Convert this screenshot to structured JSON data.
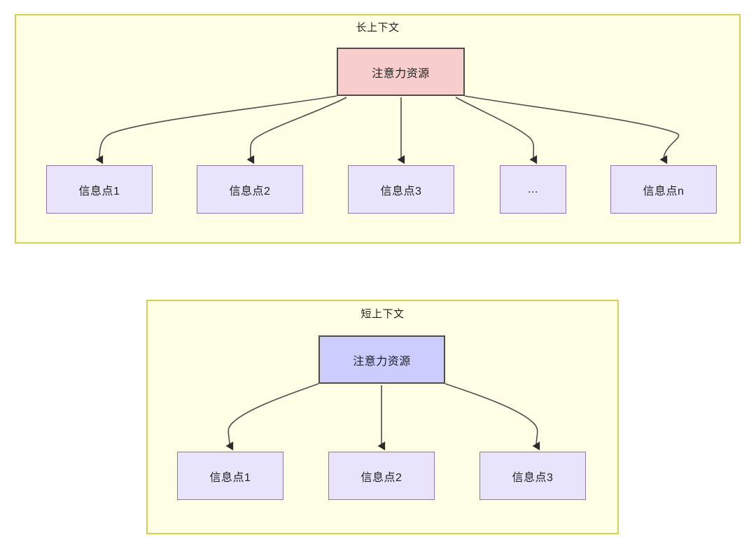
{
  "diagram": {
    "background_color": "#ffffff",
    "group_fill": "#ffffe6",
    "group_stroke": "#d6d14b",
    "edge_color": "#4d4d4d",
    "groups": [
      {
        "id": "long-context",
        "title": "长上下文",
        "root": {
          "label": "注意力资源",
          "fill": "#f8cecc",
          "stroke": "#4d4d4d"
        },
        "children": [
          {
            "label": "信息点1",
            "fill": "#e7e4fb",
            "stroke": "#9673a6"
          },
          {
            "label": "信息点2",
            "fill": "#e7e4fb",
            "stroke": "#9673a6"
          },
          {
            "label": "信息点3",
            "fill": "#e7e4fb",
            "stroke": "#9673a6"
          },
          {
            "label": "...",
            "fill": "#e7e4fb",
            "stroke": "#9673a6"
          },
          {
            "label": "信息点n",
            "fill": "#e7e4fb",
            "stroke": "#9673a6"
          }
        ]
      },
      {
        "id": "short-context",
        "title": "短上下文",
        "root": {
          "label": "注意力资源",
          "fill": "#ccccff",
          "stroke": "#4d4d4d"
        },
        "children": [
          {
            "label": "信息点1",
            "fill": "#e7e4fb",
            "stroke": "#9673a6"
          },
          {
            "label": "信息点2",
            "fill": "#e7e4fb",
            "stroke": "#9673a6"
          },
          {
            "label": "信息点3",
            "fill": "#e7e4fb",
            "stroke": "#9673a6"
          }
        ]
      }
    ]
  }
}
